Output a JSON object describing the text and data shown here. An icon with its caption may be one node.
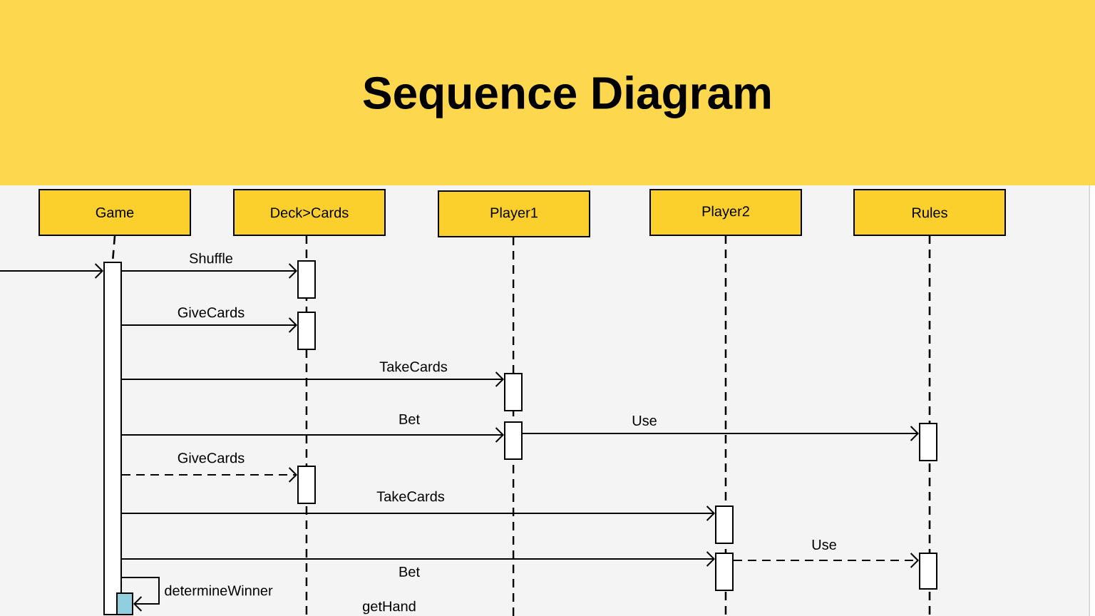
{
  "diagram": {
    "title": "Sequence Diagram",
    "nodes": [
      {
        "text": [
          "Game"
        ]
      },
      {
        "text": [
          "Deck>Cards"
        ]
      },
      {
        "text": [
          "Player1"
        ]
      },
      {
        "text": [
          "Player2"
        ]
      },
      {
        "text": [
          "Rules"
        ]
      },
      {
        "text": [],
        "shape": "bar"
      },
      {
        "text": [],
        "shape": "bar"
      },
      {
        "text": [],
        "shape": "bar"
      },
      {
        "text": [],
        "shape": "bar"
      },
      {
        "text": [],
        "shape": "bar"
      },
      {
        "text": [],
        "shape": "bar"
      },
      {
        "text": [],
        "shape": "bar"
      },
      {
        "text": [],
        "shape": "bar"
      },
      {
        "text": [],
        "shape": "bar"
      },
      {
        "text": [],
        "shape": "bar"
      },
      {
        "text": [],
        "shape": "bar"
      }
    ],
    "edges": [
      {
        "from": null,
        "to": 5,
        "arrow": "to"
      },
      {
        "from": 5,
        "to": 6,
        "arrow": "to",
        "label": "Shuffle"
      },
      {
        "from": 5,
        "to": 7,
        "arrow": "to",
        "label": "GiveCards"
      },
      {
        "from": 5,
        "to": 9,
        "arrow": "to",
        "label": "TakeCards"
      },
      {
        "from": 5,
        "to": 10,
        "arrow": "to",
        "label": "Bet"
      },
      {
        "from": 10,
        "to": 13,
        "arrow": "to",
        "label": "Use"
      },
      {
        "from": 5,
        "to": 8,
        "arrow": "to",
        "label": "GiveCards",
        "style": "dashed"
      },
      {
        "from": 5,
        "to": 11,
        "arrow": "to",
        "label": "TakeCards"
      },
      {
        "from": 5,
        "to": 12,
        "arrow": "to",
        "label": "Bet"
      },
      {
        "from": 12,
        "to": 14,
        "arrow": "to",
        "label": "Use",
        "style": "dashed"
      },
      {
        "from": 5,
        "to": 15,
        "arrow": "to",
        "label": "determineWinner"
      },
      {
        "from": 0,
        "to": 5,
        "arrow": "none",
        "style": "dashed"
      }
    ],
    "labels": [
      "getHand"
    ]
  }
}
